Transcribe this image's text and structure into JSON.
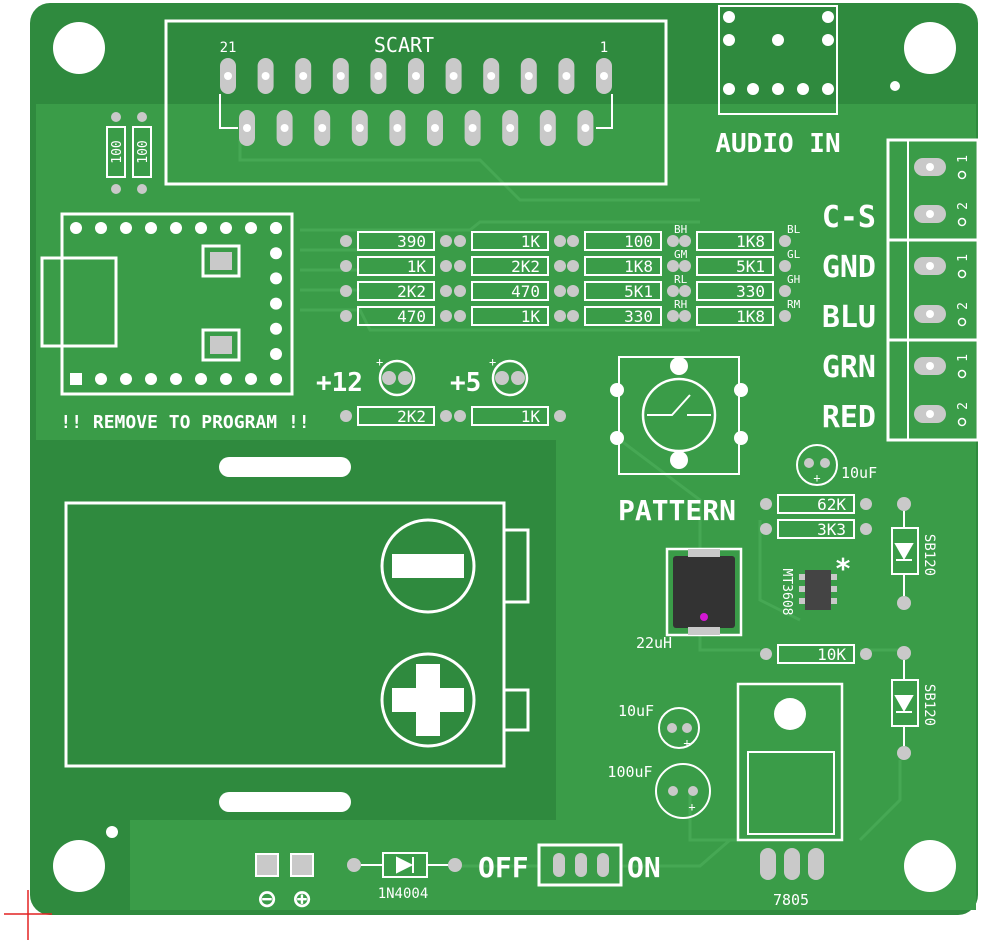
{
  "board": {
    "colors": {
      "substrate": "#2f8a3e",
      "copper": "#3a9c48",
      "trace": "#40a24e",
      "silkscreen": "#ffffff",
      "pad": "#c9c9c9",
      "marker": "#e22222"
    },
    "scart": {
      "title": "SCART",
      "pin_first": "21",
      "pin_last": "1"
    },
    "audio_label": "AUDIO IN",
    "terminal_labels": [
      "C-S",
      "GND",
      "BLU",
      "GRN",
      "RED"
    ],
    "terminal_pins": [
      "1",
      "2",
      "1",
      "2",
      "1",
      "2"
    ],
    "resistors_small": [
      "100",
      "100"
    ],
    "resistor_grid": [
      {
        "a": "390",
        "b": "1K",
        "c": "100",
        "tag_c": "BH",
        "d": "1K8",
        "tag_d": "BL"
      },
      {
        "a": "1K",
        "b": "2K2",
        "c": "1K8",
        "tag_c": "GM",
        "d": "5K1",
        "tag_d": "GL"
      },
      {
        "a": "2K2",
        "b": "470",
        "c": "5K1",
        "tag_c": "RL",
        "d": "330",
        "tag_d": "GH"
      },
      {
        "a": "470",
        "b": "1K",
        "c": "330",
        "tag_c": "RH",
        "d": "1K8",
        "tag_d": "RM"
      }
    ],
    "led_12": {
      "label": "+12",
      "plus": "+"
    },
    "led_5": {
      "label": "+5",
      "plus": "+"
    },
    "resistor_12": "2K2",
    "resistor_5": "1K",
    "remove_note": "!! REMOVE TO PROGRAM !!",
    "pattern_label": "PATTERN",
    "cap_10uf_top": {
      "label": "10uF",
      "plus": "+"
    },
    "resistor_62k": "62K",
    "resistor_3k3": "3K3",
    "ic_label": "MT3608",
    "star": "*",
    "inductor_label": "22uH",
    "resistor_10k": "10K",
    "diode_sb120": [
      "SB120",
      "SB120"
    ],
    "cap_10uf": {
      "label": "10uF",
      "plus": "+"
    },
    "cap_100uf": {
      "label": "100uF",
      "plus": "+"
    },
    "regulator_label": "7805",
    "switch_off": "OFF",
    "switch_on": "ON",
    "diode_1n4004": "1N4004",
    "battery_minus": "−",
    "battery_plus": "+",
    "power_minus": "⊖",
    "power_plus": "⊕"
  }
}
